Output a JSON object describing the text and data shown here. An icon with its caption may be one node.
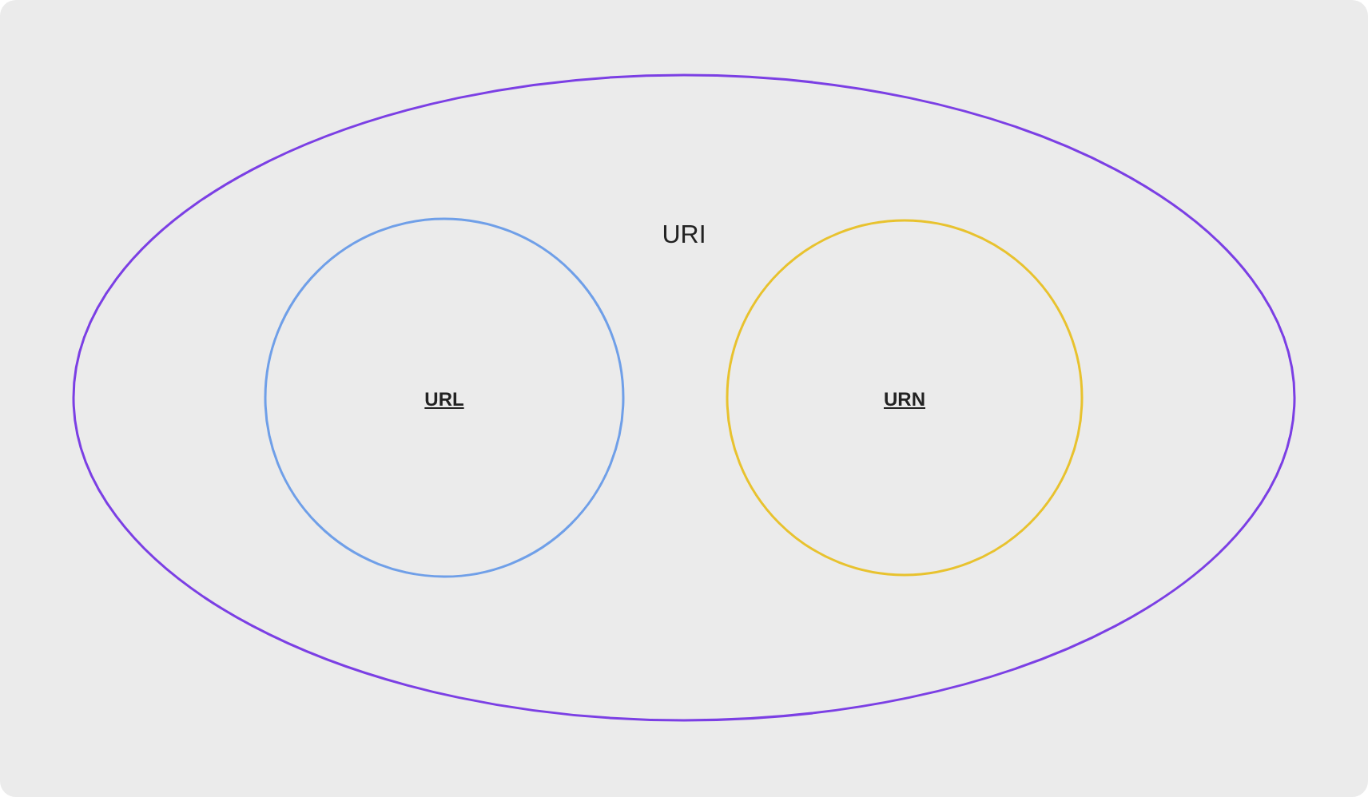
{
  "diagram": {
    "nodes": [
      {
        "text": [
          "URI"
        ]
      },
      {
        "text": [
          "URL"
        ],
        "in": 0
      },
      {
        "text": [
          "URN"
        ],
        "in": 0
      }
    ]
  }
}
